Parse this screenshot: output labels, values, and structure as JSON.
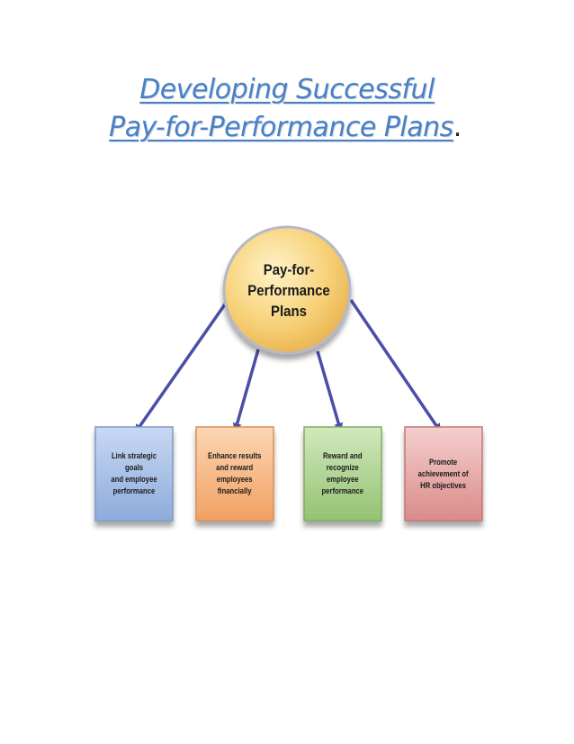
{
  "title": {
    "line1": "Developing Successful",
    "line2": "Pay-for-Performance Plans",
    "period": "."
  },
  "diagram": {
    "center": {
      "line1": "Pay-for-",
      "line2": "Performance",
      "line3": "Plans",
      "color": "#f7d27a"
    },
    "boxes": [
      {
        "line1": "Link strategic goals",
        "line2": "and employee",
        "line3": "performance",
        "line4": "",
        "color": "#9bb7e4"
      },
      {
        "line1": "Enhance results",
        "line2": "and reward",
        "line3": "employees",
        "line4": "financially",
        "color": "#f5b27a"
      },
      {
        "line1": "Reward and",
        "line2": "recognize",
        "line3": "employee",
        "line4": "performance",
        "color": "#a9d08a"
      },
      {
        "line1": "Promote",
        "line2": "achievement of",
        "line3": "HR objectives",
        "line4": "",
        "color": "#e6a3a0"
      }
    ],
    "arrow_color": "#4b4ea6"
  }
}
